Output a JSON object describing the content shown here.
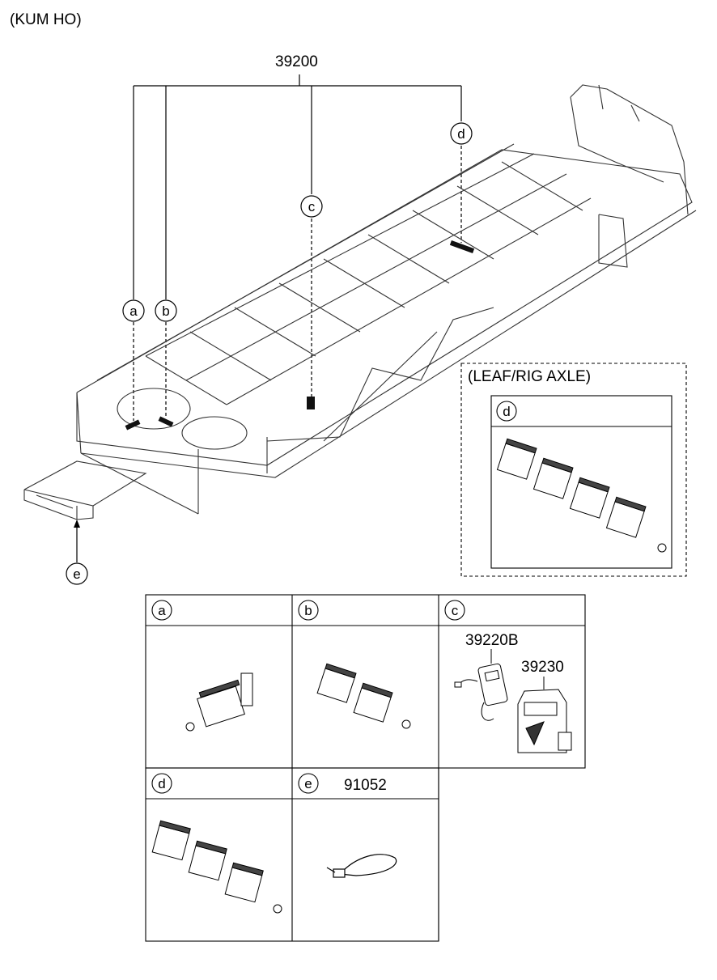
{
  "variant_label": "(KUM HO)",
  "main_part_number": "39200",
  "callouts": {
    "a": "a",
    "b": "b",
    "c": "c",
    "d": "d",
    "e": "e"
  },
  "leaf_rig_box": {
    "title": "(LEAF/RIG AXLE)",
    "panel_callout": "d"
  },
  "detail_panels": {
    "a": {
      "callout": "a"
    },
    "b": {
      "callout": "b"
    },
    "c": {
      "callout": "c",
      "part_1": "39220B",
      "part_2": "39230"
    },
    "d": {
      "callout": "d"
    },
    "e": {
      "callout": "e",
      "part_1": "91052"
    }
  }
}
